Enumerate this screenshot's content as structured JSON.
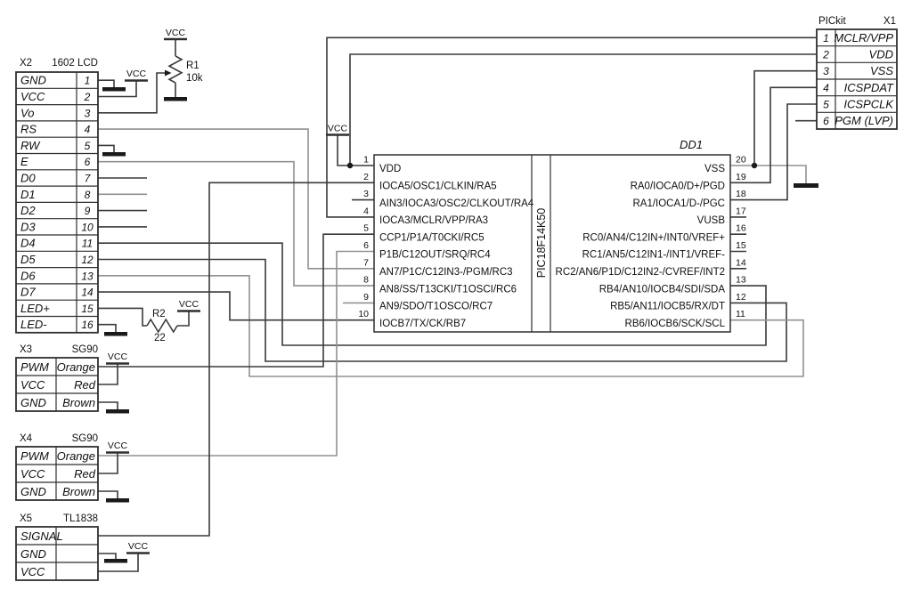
{
  "labels": {
    "vcc": "VCC"
  },
  "x2": {
    "ref": "X2",
    "part": "1602 LCD",
    "pins": [
      {
        "name": "GND",
        "num": "1"
      },
      {
        "name": "VCC",
        "num": "2"
      },
      {
        "name": "Vo",
        "num": "3"
      },
      {
        "name": "RS",
        "num": "4"
      },
      {
        "name": "RW",
        "num": "5"
      },
      {
        "name": "E",
        "num": "6"
      },
      {
        "name": "D0",
        "num": "7"
      },
      {
        "name": "D1",
        "num": "8"
      },
      {
        "name": "D2",
        "num": "9"
      },
      {
        "name": "D3",
        "num": "10"
      },
      {
        "name": "D4",
        "num": "11"
      },
      {
        "name": "D5",
        "num": "12"
      },
      {
        "name": "D6",
        "num": "13"
      },
      {
        "name": "D7",
        "num": "14"
      },
      {
        "name": "LED+",
        "num": "15"
      },
      {
        "name": "LED-",
        "num": "16"
      }
    ]
  },
  "x3": {
    "ref": "X3",
    "part": "SG90",
    "pins": [
      {
        "name": "PWM",
        "color": "Orange"
      },
      {
        "name": "VCC",
        "color": "Red"
      },
      {
        "name": "GND",
        "color": "Brown"
      }
    ]
  },
  "x4": {
    "ref": "X4",
    "part": "SG90",
    "pins": [
      {
        "name": "PWM",
        "color": "Orange"
      },
      {
        "name": "VCC",
        "color": "Red"
      },
      {
        "name": "GND",
        "color": "Brown"
      }
    ]
  },
  "x5": {
    "ref": "X5",
    "part": "TL1838",
    "pins": [
      {
        "name": "SIGNAL",
        "color": ""
      },
      {
        "name": "GND",
        "color": ""
      },
      {
        "name": "VCC",
        "color": ""
      }
    ]
  },
  "x1": {
    "ref": "X1",
    "part": "PICkit",
    "pins": [
      {
        "num": "1",
        "name": "MCLR/VPP"
      },
      {
        "num": "2",
        "name": "VDD"
      },
      {
        "num": "3",
        "name": "VSS"
      },
      {
        "num": "4",
        "name": "ICSPDAT"
      },
      {
        "num": "5",
        "name": "ICSPCLK"
      },
      {
        "num": "6",
        "name": "PGM (LVP)"
      }
    ]
  },
  "chip": {
    "ref": "DD1",
    "part": "PIC18F14K50",
    "left": [
      {
        "num": "1",
        "label": "VDD"
      },
      {
        "num": "2",
        "label": "IOCA5/OSC1/CLKIN/RA5"
      },
      {
        "num": "3",
        "label": "AIN3/IOCA3/OSC2/CLKOUT/RA4"
      },
      {
        "num": "4",
        "label": "IOCA3/MCLR/VPP/RA3"
      },
      {
        "num": "5",
        "label": "CCP1/P1A/T0CKI/RC5"
      },
      {
        "num": "6",
        "label": "P1B/C12OUT/SRQ/RC4"
      },
      {
        "num": "7",
        "label": "AN7/P1C/C12IN3-/PGM/RC3"
      },
      {
        "num": "8",
        "label": "AN8/SS/T13CKI/T1OSCI/RC6"
      },
      {
        "num": "9",
        "label": "AN9/SDO/T1OSCO/RC7"
      },
      {
        "num": "10",
        "label": "IOCB7/TX/CK/RB7"
      }
    ],
    "right": [
      {
        "num": "20",
        "label": "VSS"
      },
      {
        "num": "19",
        "label": "RA0/IOCA0/D+/PGD"
      },
      {
        "num": "18",
        "label": "RA1/IOCA1/D-/PGC"
      },
      {
        "num": "17",
        "label": "VUSB"
      },
      {
        "num": "16",
        "label": "RC0/AN4/C12IN+/INT0/VREF+"
      },
      {
        "num": "15",
        "label": "RC1/AN5/C12IN1-/INT1/VREF-"
      },
      {
        "num": "14",
        "label": "RC2/AN6/P1D/C12IN2-/CVREF/INT2"
      },
      {
        "num": "13",
        "label": "RB4/AN10/IOCB4/SDI/SDA"
      },
      {
        "num": "12",
        "label": "RB5/AN11/IOCB5/RX/DT"
      },
      {
        "num": "11",
        "label": "RB6/IOCB6/SCK/SCL"
      }
    ]
  },
  "r1": {
    "ref": "R1",
    "value": "10k"
  },
  "r2": {
    "ref": "R2",
    "value": "22"
  }
}
